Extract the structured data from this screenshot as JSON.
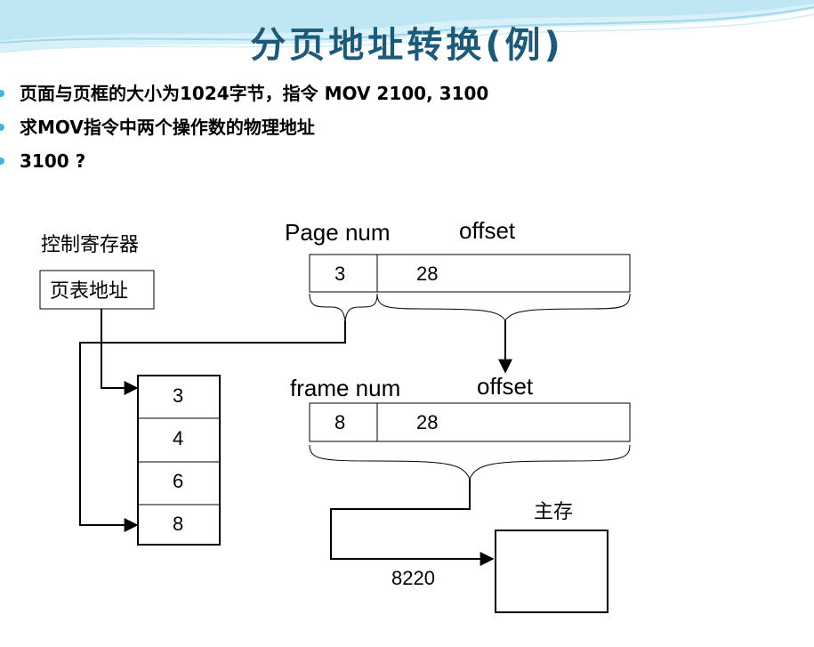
{
  "title": "分页地址转换(例)",
  "bullets": [
    "页面与页框的大小为1024字节，指令 MOV 2100, 3100",
    "求MOV指令中两个操作数的物理地址",
    "3100 ?"
  ],
  "diagram": {
    "control_register_label": "控制寄存器",
    "page_table_address_label": "页表地址",
    "logical_address": {
      "page_num_label": "Page num",
      "offset_label": "offset",
      "page_num": "3",
      "offset": "28"
    },
    "physical_address": {
      "frame_num_label": "frame num",
      "offset_label": "offset",
      "frame_num": "8",
      "offset": "28"
    },
    "page_table_entries": [
      "3",
      "4",
      "6",
      "8"
    ],
    "main_memory_label": "主存",
    "physical_address_value": "8220"
  },
  "colors": {
    "title": "#1d5a7a",
    "bullet": "#3fb6d8",
    "wave": "#bfe6f3"
  }
}
